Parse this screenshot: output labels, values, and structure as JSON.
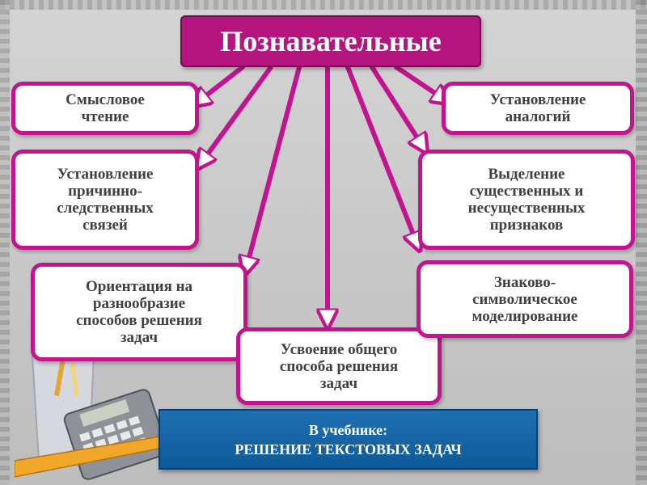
{
  "title": "Познавательные",
  "boxes": {
    "semantic_reading": "Смысловое\nчтение",
    "cause_effect": "Установление\nпричинно-\nследственных\nсвязей",
    "method_variety": "Ориентация на\nразнообразие\nспособов решения\nзадач",
    "general_method": "Усвоение общего\nспособа решения\nзадач",
    "analogies": "Установление\nаналогий",
    "essential_features": "Выделение\nсущественных и\nнесущественных\nпризнаков",
    "sign_modeling": "Знаково-\nсимволическое\nмоделирование"
  },
  "bottom_bar": {
    "line1": "В учебнике:",
    "line2": "РЕШЕНИЕ ТЕКСТОВЫХ ЗАДАЧ"
  },
  "colors": {
    "accent": "#c2148f",
    "title_bg": "#b5157f",
    "bar_bg": "#1565a8",
    "text": "#404040"
  }
}
